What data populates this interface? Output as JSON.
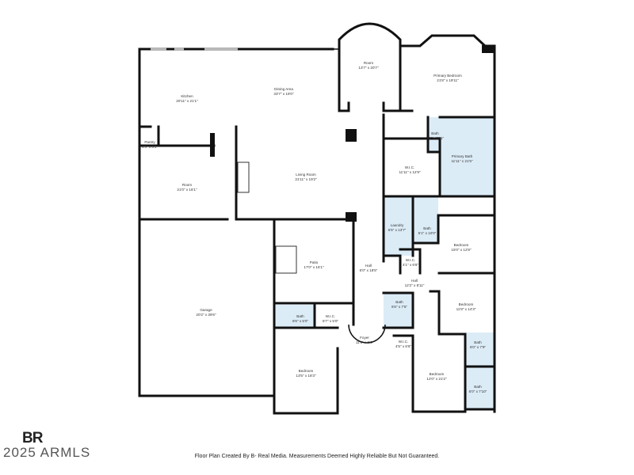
{
  "rooms": {
    "kitchen": {
      "name": "Kitchen",
      "dims": "20'11\" x 21'1\""
    },
    "dining": {
      "name": "Dining Area",
      "dims": "33'7\" x 19'0\""
    },
    "room_top": {
      "name": "Room",
      "dims": "13'7\" x 20'7\""
    },
    "primary_bedroom": {
      "name": "Primary Bedroom",
      "dims": "21'8\" x 19'11\""
    },
    "pantry": {
      "name": "Pantry",
      "dims": "4'5\" x 6'0\""
    },
    "bath_small": {
      "name": "Bath",
      "dims": "7'1\" x 6'11\""
    },
    "primary_bath": {
      "name": "Primary Bath",
      "dims": "11'11\" x 21'5\""
    },
    "wic_primary": {
      "name": "W.I.C.",
      "dims": "11'11\" x 12'9\""
    },
    "living": {
      "name": "Living Room",
      "dims": "31'11\" x 19'2\""
    },
    "room_left": {
      "name": "Room",
      "dims": "21'0\" x 16'1\""
    },
    "laundry": {
      "name": "Laundry",
      "dims": "6'5\" x 13'7\""
    },
    "bath_laundry": {
      "name": "Bath",
      "dims": "5'1\" x 10'0\""
    },
    "bedroom_ne": {
      "name": "Bedroom",
      "dims": "15'0\" x 12'8\""
    },
    "patio": {
      "name": "Patio",
      "dims": "17'0\" x 16'1\""
    },
    "hall_v": {
      "name": "Hall",
      "dims": "6'0\" x 18'5\""
    },
    "wic_small": {
      "name": "W.I.C.",
      "dims": "4'1\" x 6'6\""
    },
    "hall_h": {
      "name": "Hall",
      "dims": "12'2\" x 8'11\""
    },
    "garage": {
      "name": "Garage",
      "dims": "20'2\" x 39'6\""
    },
    "bath_hall": {
      "name": "Bath",
      "dims": "6'6\" x 7'5\""
    },
    "bedroom_e": {
      "name": "Bedroom",
      "dims": "11'8\" x 14'3\""
    },
    "bath_sw": {
      "name": "Bath",
      "dims": "8'6\" x 5'0\""
    },
    "wic_sw": {
      "name": "W.I.C.",
      "dims": "6'7\" x 5'0\""
    },
    "foyer": {
      "name": "Foyer",
      "dims": "11'6\" x 8'6\""
    },
    "wic_foyer": {
      "name": "W.I.C.",
      "dims": "4'5\" x 6'6\""
    },
    "bath_e1": {
      "name": "Bath",
      "dims": "6'0\" x 7'9\""
    },
    "bedroom_sw": {
      "name": "Bedroom",
      "dims": "13'5\" x 18'3\""
    },
    "bedroom_se": {
      "name": "Bedroom",
      "dims": "12'0\" x 21'2\""
    },
    "bath_e2": {
      "name": "Bath",
      "dims": "6'0\" x 7'10\""
    }
  },
  "colors": {
    "wet_room_fill": "#dcecf7",
    "wall": "#111111"
  },
  "logo": {
    "mark": "BR",
    "copyright": "2025 ARMLS"
  },
  "footer": "Floor Plan Created By B- Real Media. Measurements Deemed Highly Reliable But Not Guaranteed."
}
